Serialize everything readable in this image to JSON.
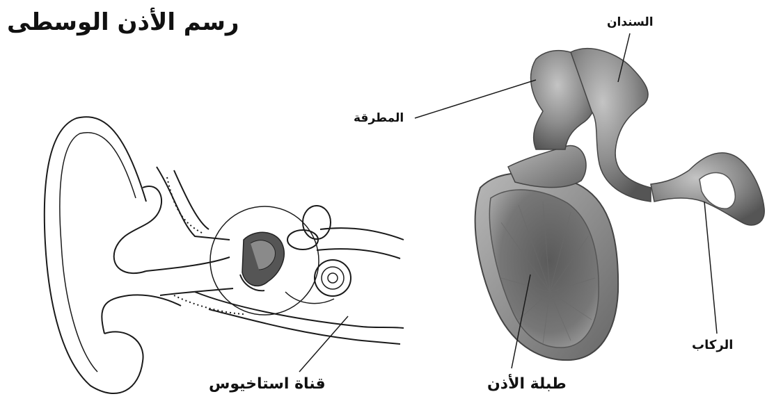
{
  "diagram": {
    "title": "رسم الأذن الوسطى",
    "labels": {
      "incus": "السندان",
      "malleus": "المطرقة",
      "stapes": "الركاب",
      "eardrum": "طبلة الأذن",
      "eustachian_tube": "قناة استاخيوس"
    }
  },
  "colors": {
    "background": "#ffffff",
    "ossicle_gray": "#8a8a8a",
    "line": "#1a1a1a"
  }
}
